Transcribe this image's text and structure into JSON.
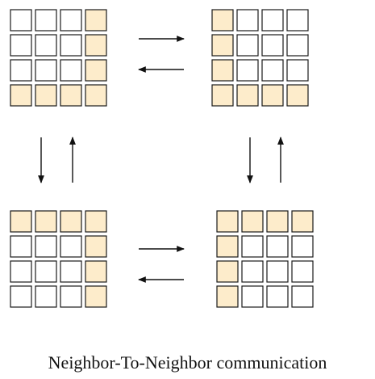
{
  "caption": "Neighbor-To-Neighbor communication",
  "colors": {
    "highlight": "#fdeccb",
    "empty": "#ffffff",
    "stroke": "#1a1a1a",
    "arrow": "#111111"
  },
  "grids": [
    {
      "name": "grid-top-left",
      "cells": [
        [
          0,
          0,
          0,
          1
        ],
        [
          0,
          0,
          0,
          1
        ],
        [
          0,
          0,
          0,
          1
        ],
        [
          1,
          1,
          1,
          1
        ]
      ]
    },
    {
      "name": "grid-top-right",
      "cells": [
        [
          1,
          0,
          0,
          0
        ],
        [
          1,
          0,
          0,
          0
        ],
        [
          1,
          0,
          0,
          0
        ],
        [
          1,
          1,
          1,
          1
        ]
      ]
    },
    {
      "name": "grid-bottom-left",
      "cells": [
        [
          1,
          1,
          1,
          1
        ],
        [
          0,
          0,
          0,
          1
        ],
        [
          0,
          0,
          0,
          1
        ],
        [
          0,
          0,
          0,
          1
        ]
      ]
    },
    {
      "name": "grid-bottom-right",
      "cells": [
        [
          1,
          1,
          1,
          1
        ],
        [
          1,
          0,
          0,
          0
        ],
        [
          1,
          0,
          0,
          0
        ],
        [
          1,
          0,
          0,
          0
        ]
      ]
    }
  ],
  "arrows": [
    {
      "name": "arrow-top-right",
      "direction": "right"
    },
    {
      "name": "arrow-top-left",
      "direction": "left"
    },
    {
      "name": "arrow-left-down",
      "direction": "down"
    },
    {
      "name": "arrow-left-up",
      "direction": "up"
    },
    {
      "name": "arrow-right-down",
      "direction": "down"
    },
    {
      "name": "arrow-right-up",
      "direction": "up"
    },
    {
      "name": "arrow-bottom-right",
      "direction": "right"
    },
    {
      "name": "arrow-bottom-left",
      "direction": "left"
    }
  ]
}
